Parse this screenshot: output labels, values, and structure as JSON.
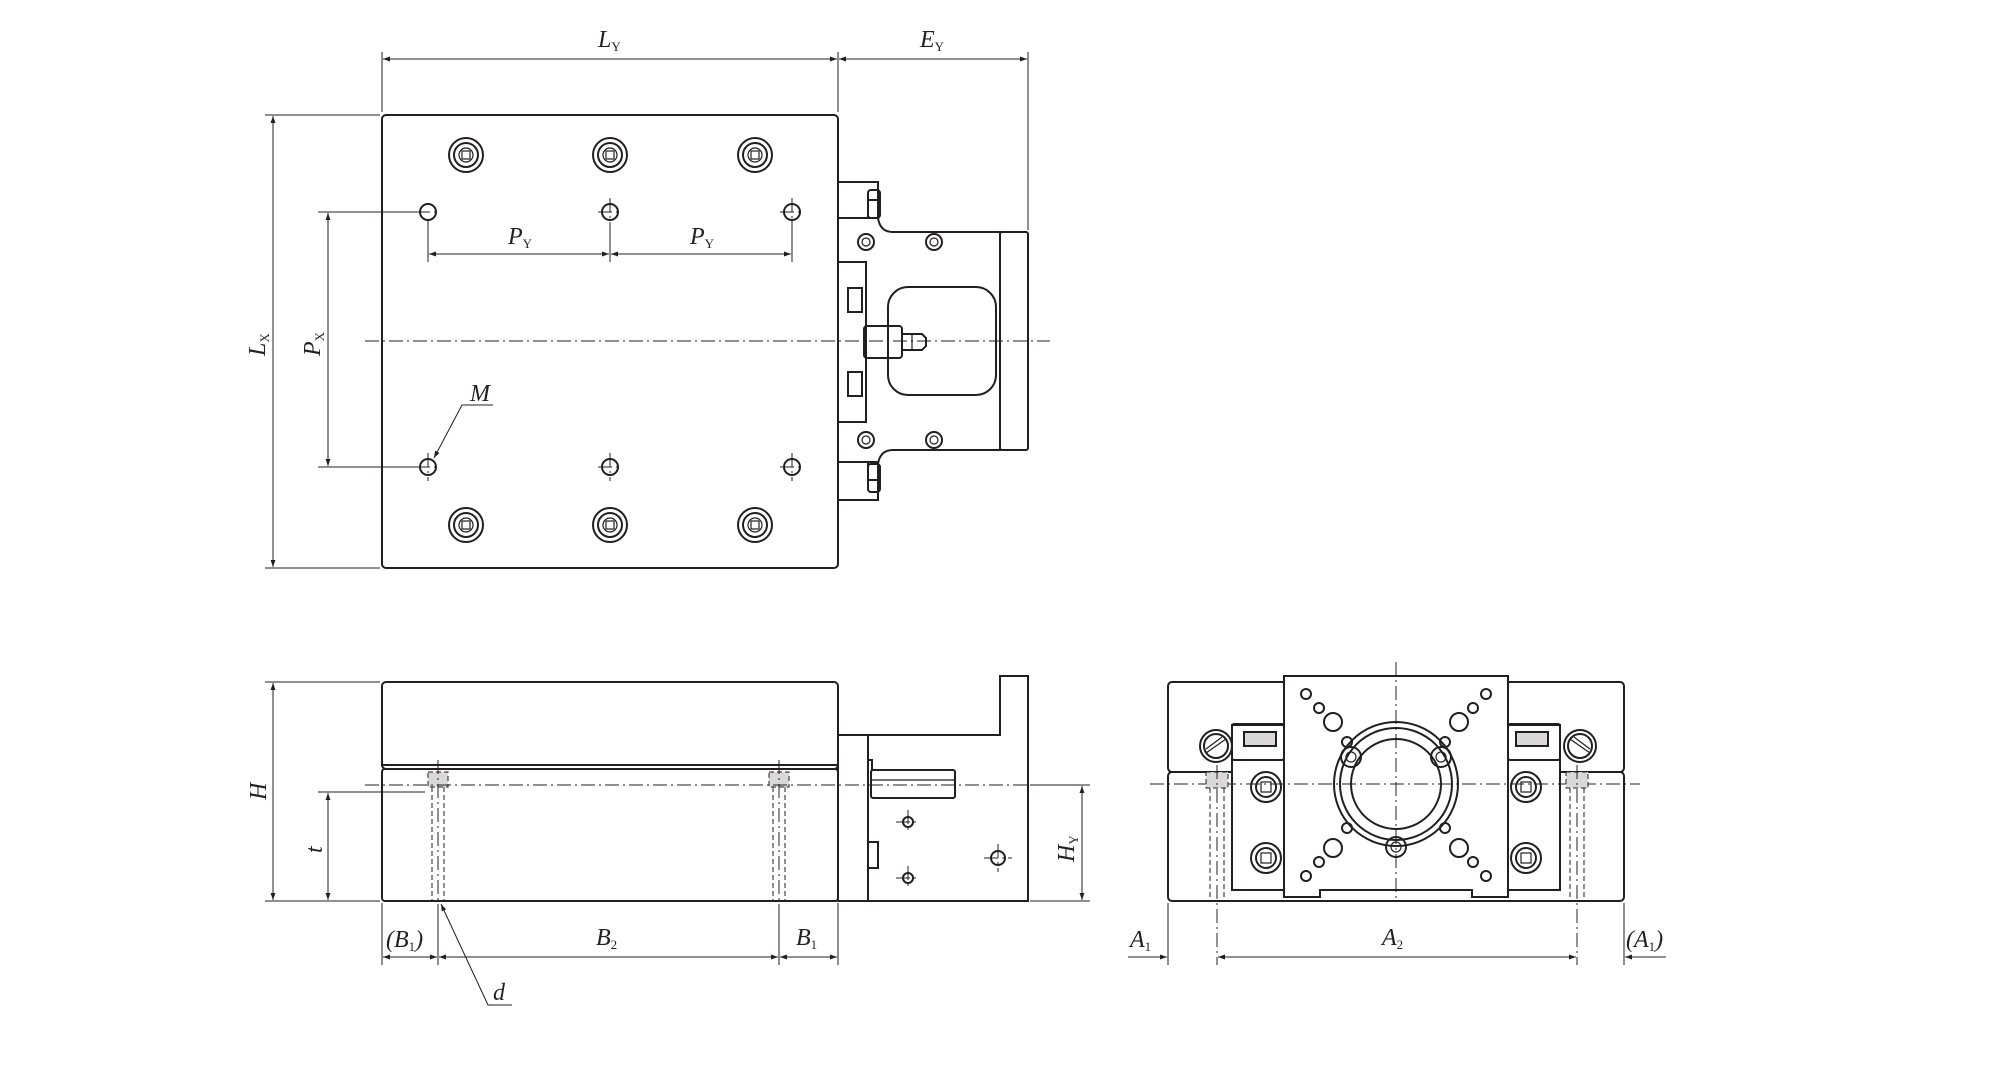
{
  "labels": {
    "LY": {
      "main": "L",
      "sub": "Y"
    },
    "EY": {
      "main": "E",
      "sub": "Y"
    },
    "LX": {
      "main": "L",
      "sub": "X"
    },
    "PX": {
      "main": "P",
      "sub": "X"
    },
    "PY_left": {
      "main": "P",
      "sub": "Y"
    },
    "PY_right": {
      "main": "P",
      "sub": "Y"
    },
    "M": "M",
    "H": "H",
    "t": "t",
    "HY": {
      "main": "H",
      "sub": "Y"
    },
    "B1_paren": {
      "open": "(",
      "main": "B",
      "sub": "1",
      "close": ")"
    },
    "B2": {
      "main": "B",
      "sub": "2"
    },
    "B1": {
      "main": "B",
      "sub": "1"
    },
    "d": "d",
    "A1": {
      "main": "A",
      "sub": "1"
    },
    "A2": {
      "main": "A",
      "sub": "2"
    },
    "A1_paren": {
      "open": "(",
      "main": "A",
      "sub": "1",
      "close": ")"
    }
  }
}
